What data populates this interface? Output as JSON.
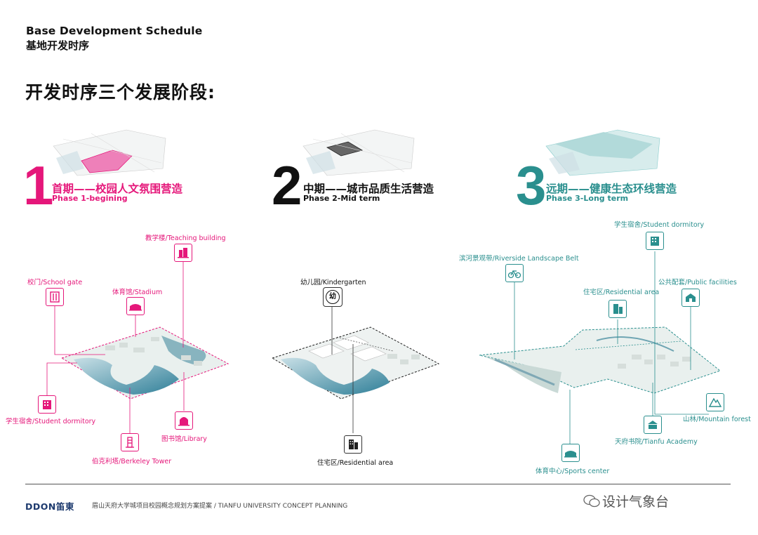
{
  "header": {
    "title_en": "Base Development Schedule",
    "title_cn": "基地开发时序",
    "heading": "开发时序三个发展阶段:"
  },
  "phases": [
    {
      "number": "1",
      "title_cn": "首期——校园人文氛围营造",
      "title_en": "Phase 1-begining",
      "color": "#e5177a"
    },
    {
      "number": "2",
      "title_cn": "中期——城市品质生活营造",
      "title_en": "Phase 2-Mid term",
      "color": "#111111"
    },
    {
      "number": "3",
      "title_cn": "远期——健康生态环线营造",
      "title_en": "Phase 3-Long term",
      "color": "#2a8f8e"
    }
  ],
  "labels": {
    "p1": {
      "teaching": "教学楼/Teaching building",
      "gate": "校门/School gate",
      "stadium": "体育馆/Stadium",
      "dormitory": "学生宿舍/Student dormitory",
      "library": "图书馆/Library",
      "tower": "伯克利塔/Berkeley Tower"
    },
    "p2": {
      "kindergarten": "幼儿园/Kindergarten",
      "kindergarten_glyph": "幼",
      "residential": "住宅区/Residential area"
    },
    "p3": {
      "dormitory": "学生宿舍/Student dormitory",
      "riverside": "滨河景观带/Riverside Landscape Belt",
      "residential": "住宅区/Residential area",
      "public": "公共配套/Public facilities",
      "forest": "山林/Mountain forest",
      "academy": "天府书院/Tianfu Academy",
      "sports": "体育中心/Sports center"
    }
  },
  "footer": {
    "brand": "DDON笛東",
    "text": "眉山天府大学城项目校园概念规划方案提案 / TIANFU UNIVERSITY CONCEPT PLANNING",
    "wechat": "设计气象台"
  },
  "colors": {
    "pink": "#e5177a",
    "teal": "#2a8f8e",
    "water": "#3f8fa6",
    "green": "#b9cfc6"
  }
}
